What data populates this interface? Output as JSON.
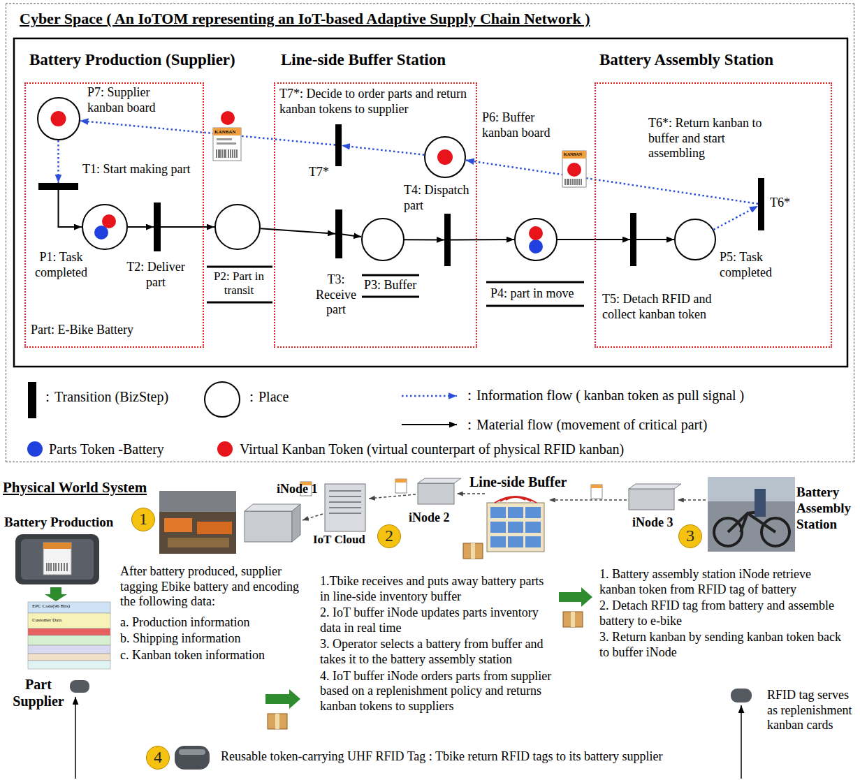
{
  "diagram": {
    "nodes": [
      {
        "text": [
          "Cyber Space ( An IoTOM representing an IoT-based Adaptive Supply Chain Network )"
        ]
      },
      {
        "text": [
          "Battery Production (Supplier)",
          "Part: E-Bike Battery"
        ],
        "in": 0
      },
      {
        "text": [
          "Line-side Buffer Station"
        ],
        "in": 0
      },
      {
        "text": [
          "Battery Assembly Station"
        ],
        "in": 0
      },
      {
        "text": [
          "P7: Supplier kanban board"
        ],
        "in": 1
      },
      {
        "text": [
          "T1: Start making part"
        ],
        "in": 1
      },
      {
        "text": [
          "P1: Task completed"
        ],
        "in": 1
      },
      {
        "text": [
          "T2: Deliver part"
        ],
        "in": 1
      },
      {
        "text": [
          "P2: Part in transit"
        ],
        "in": 0
      },
      {
        "text": [
          "T3: Receive part"
        ],
        "in": 2
      },
      {
        "text": [
          "P3: Buffer"
        ],
        "in": 2
      },
      {
        "text": [
          "T7*: Decide to order parts and return kanban tokens to supplier",
          "T7*"
        ],
        "in": 2
      },
      {
        "text": [
          "P6: Buffer kanban board"
        ],
        "in": 2
      },
      {
        "text": [
          "T4: Dispatch part"
        ],
        "in": 2
      },
      {
        "text": [
          "P4: part in move"
        ],
        "in": 0
      },
      {
        "text": [
          "T5: Detach RFID and collect kanban token"
        ],
        "in": 3
      },
      {
        "text": [
          "P5: Task completed"
        ],
        "in": 3
      },
      {
        "text": [
          "T6*: Return kanban to buffer and start assembling",
          "T6*"
        ],
        "in": 3
      }
    ],
    "edges": [
      {
        "from": 4,
        "to": 5,
        "arrow": "to"
      },
      {
        "from": 5,
        "to": 6,
        "arrow": "to"
      },
      {
        "from": 6,
        "to": 7,
        "arrow": "to"
      },
      {
        "from": 7,
        "to": 8,
        "arrow": "to"
      },
      {
        "from": 8,
        "to": 9,
        "arrow": "to"
      },
      {
        "from": 9,
        "to": 10,
        "arrow": "to"
      },
      {
        "from": 10,
        "to": 13,
        "arrow": "to"
      },
      {
        "from": 13,
        "to": 14,
        "arrow": "to"
      },
      {
        "from": 14,
        "to": 15,
        "arrow": "to"
      },
      {
        "from": 15,
        "to": 16,
        "arrow": "to"
      },
      {
        "from": 16,
        "to": 17,
        "arrow": "to"
      },
      {
        "from": 17,
        "to": 12,
        "arrow": "to"
      },
      {
        "from": 12,
        "to": 11,
        "arrow": "to"
      },
      {
        "from": 11,
        "to": 4,
        "arrow": "to"
      }
    ],
    "labels": [
      "Physical World System",
      "Battery Production",
      "1",
      "iNode 1",
      "IoT Cloud",
      "2",
      "iNode 2",
      "Line-side Buffer",
      "iNode 3",
      "3",
      "Battery Assembly Station",
      "EPC Code(96 Bits)",
      "Customer Data",
      "Part Supplier",
      "After battery produced, supplier tagging Ebike battery and encoding the following data:",
      "a. Production information",
      "b. Shipping information",
      "c. Kanban token information",
      "1.Tbike receives and puts away battery parts in line-side inventory buffer",
      "2. IoT buffer iNode updates parts inventory data in real time",
      "3. Operator selects a battery from buffer and takes it to the battery assembly station",
      "4. IoT buffer iNode orders parts from supplier based on a replenishment policy and returns kanban tokens to suppliers",
      "1. Battery assembly station iNode retrieve kanban token from RFID tag of battery",
      "2. Detach RFID tag from battery and assemble battery to e-bike",
      "3. Return kanban by sending kanban token back to buffer iNode",
      "RFID tag serves as replenishment kanban cards",
      "4",
      "Reusable token-carrying UHF RFID Tag : Tbike return RFID tags to its battery supplier",
      "KANBAN",
      "KANBAN"
    ],
    "legend": [
      {
        "text": "：Transition (BizStep)"
      },
      {
        "text": "：Place"
      },
      {
        "text": "：Information flow ( kanban token as pull signal )"
      },
      {
        "text": "：Material flow (movement of critical part)"
      },
      {
        "text": "Parts Token -Battery",
        "color": "#2140e0"
      },
      {
        "text": "Virtual Kanban Token (virtual counterpart of physical RFID kanban)",
        "color": "#e8141c"
      }
    ]
  }
}
